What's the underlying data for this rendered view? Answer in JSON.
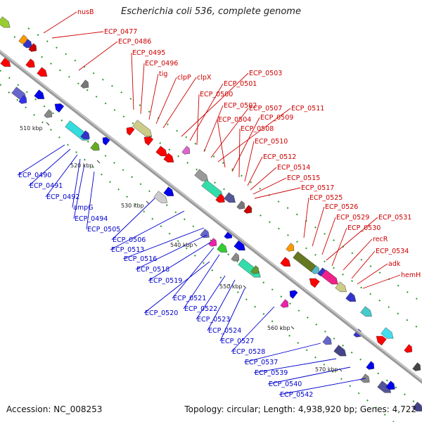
{
  "title": "Escherichia coli 536, complete genome",
  "footer": {
    "accession": "Accession: NC_008253",
    "summary": "Topology: circular; Length: 4,938,920 bp; Genes: 4,722"
  },
  "ticks": [
    "510 kbp",
    "520 kbp",
    "530 kbp",
    "540 kbp",
    "550 kbp",
    "560 kbp",
    "570 kbp"
  ],
  "upper_labels": [
    "nusB",
    "ECP_0477",
    "ECP_0486",
    "ECP_0495",
    "ECP_0496",
    "tig",
    "clpP",
    "clpX",
    "ECP_0503",
    "ECP_0501",
    "ECP_0500",
    "ECP_0502",
    "ECP_0507",
    "ECP_0511",
    "ECP_0504",
    "ECP_0509",
    "ECP_0508",
    "ECP_0510",
    "ECP_0512",
    "ECP_0514",
    "ECP_0515",
    "ECP_0517",
    "ECP_0525",
    "ECP_0526",
    "ECP_0529",
    "ECP_0531",
    "ECP_0530",
    "recR",
    "ECP_0534",
    "adk",
    "hemH"
  ],
  "lower_labels": [
    "ECP_0490",
    "ECP_0491",
    "ECP_0492",
    "ampG",
    "ECP_0494",
    "ECP_0505",
    "ECP_0506",
    "ECP_0513",
    "ECP_0516",
    "ECP_0518",
    "ECP_0519",
    "ECP_0521",
    "ECP_0522",
    "ECP_0520",
    "ECP_0523",
    "ECP_0524",
    "ECP_0527",
    "ECP_0528",
    "ECP_0537",
    "ECP_0539",
    "ECP_0540",
    "ECP_0542"
  ],
  "colors": {
    "upper_label": "#cc0000",
    "lower_label": "#0000cc",
    "backbone": "#8c8c8c"
  }
}
